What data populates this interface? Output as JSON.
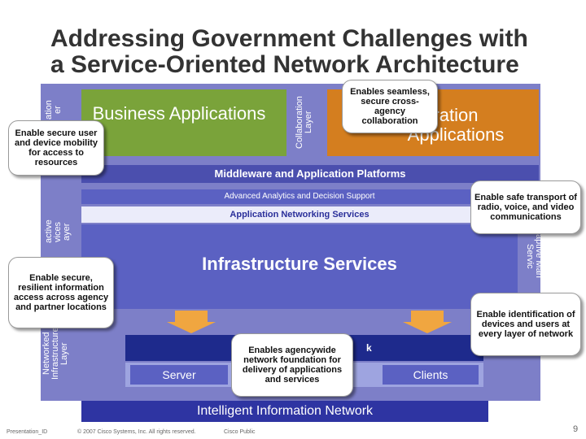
{
  "title": {
    "line1": "Addressing Government Challenges with",
    "line2": "a Service-Oriented Network Architecture"
  },
  "layers": {
    "application_layer_partial": "ation\ner",
    "collaboration_layer": "Collaboration\nLayer",
    "interactive_services_partial": "active\nvices\nayer",
    "networked_infrastructure": "Networked\nInfrastructure\nLayer",
    "adaptive_management_partial": "aptive Man\nServic"
  },
  "panels": {
    "business_applications": "Business Applications",
    "collaboration_applications": "ration\nApplications"
  },
  "bands": {
    "middleware": "Middleware and Application Platforms",
    "analytics": "Advanced Analytics and Decision Support",
    "app_networking": "Application Networking Services",
    "infrastructure": "Infrastructure Services",
    "network_partial": "k",
    "server": "Server",
    "clients": "Clients",
    "intelligent_network": "Intelligent Information Network"
  },
  "callouts": {
    "seamless": "Enables seamless, secure cross-agency collaboration",
    "secure_user": "Enable secure user and device mobility for access to resources",
    "safe_transport": "Enable safe transport of radio, voice, and video communications",
    "resilient": "Enable secure, resilient information access across agency and partner locations",
    "identification": "Enable identification of devices and users at every layer of network",
    "agencywide": "Enables agencywide network foundation for delivery of applications and services"
  },
  "footer": {
    "presentation_id": "Presentation_ID",
    "copyright": "© 2007 Cisco Systems, Inc. All rights reserved.",
    "classification": "Cisco Public",
    "page": "9"
  },
  "colors": {
    "frame": "#7d7fc8",
    "business": "#7aa33a",
    "collaboration": "#d47e1f",
    "infrastructure": "#5b61c2",
    "dark_band": "#1e2a8c"
  }
}
